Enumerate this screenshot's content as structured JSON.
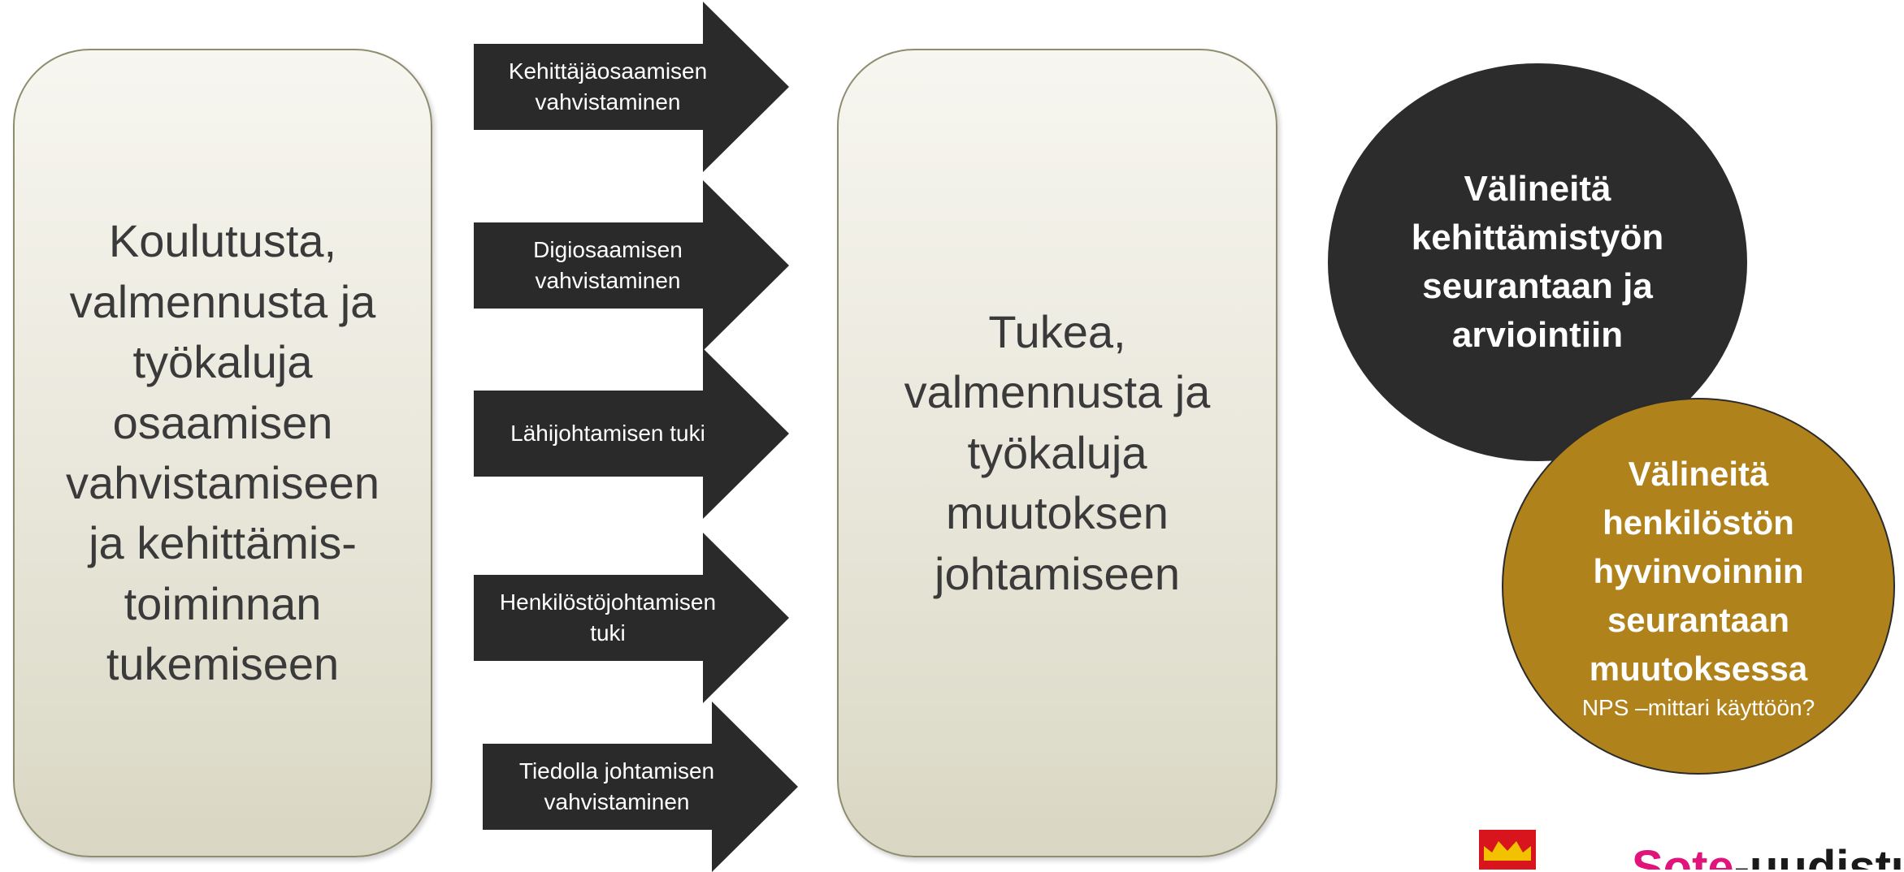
{
  "left_box": {
    "lines": [
      "Koulutusta,",
      "valmennusta ja",
      "työkaluja",
      "osaamisen",
      "vahvistamiseen",
      "ja kehittämis-",
      "toiminnan",
      "tukemiseen"
    ]
  },
  "arrows": [
    {
      "lines": [
        "Kehittäjäosaamisen",
        "vahvistaminen"
      ]
    },
    {
      "lines": [
        "Digiosaamisen",
        "vahvistaminen"
      ]
    },
    {
      "lines": [
        "Lähijohtamisen tuki"
      ]
    },
    {
      "lines": [
        "Henkilöstöjohtamisen",
        "tuki"
      ]
    },
    {
      "lines": [
        "Tiedolla johtamisen",
        "vahvistaminen"
      ]
    }
  ],
  "middle_box": {
    "lines": [
      "Tukea,",
      "valmennusta ja",
      "työkaluja",
      "muutoksen",
      "johtamiseen"
    ]
  },
  "circle_dark": {
    "lines": [
      "Välineitä",
      "kehittämistyön",
      "seurantaan ja",
      "arviointiin"
    ],
    "color": "#2c2c2c"
  },
  "circle_gold": {
    "lines": [
      "Välineitä",
      "henkilöstön",
      "hyvinvoinnin",
      "seurantaan",
      "muutoksessa"
    ],
    "note": "NPS –mittari käyttöön?",
    "color": "#b0821b"
  },
  "logo": {
    "text_accent": "Sote",
    "text_rest": "-uudistus",
    "icon": "crown-coat-of-arms-icon"
  },
  "colors": {
    "arrow": "#2a2a2a",
    "box_border": "#8f8d70"
  }
}
